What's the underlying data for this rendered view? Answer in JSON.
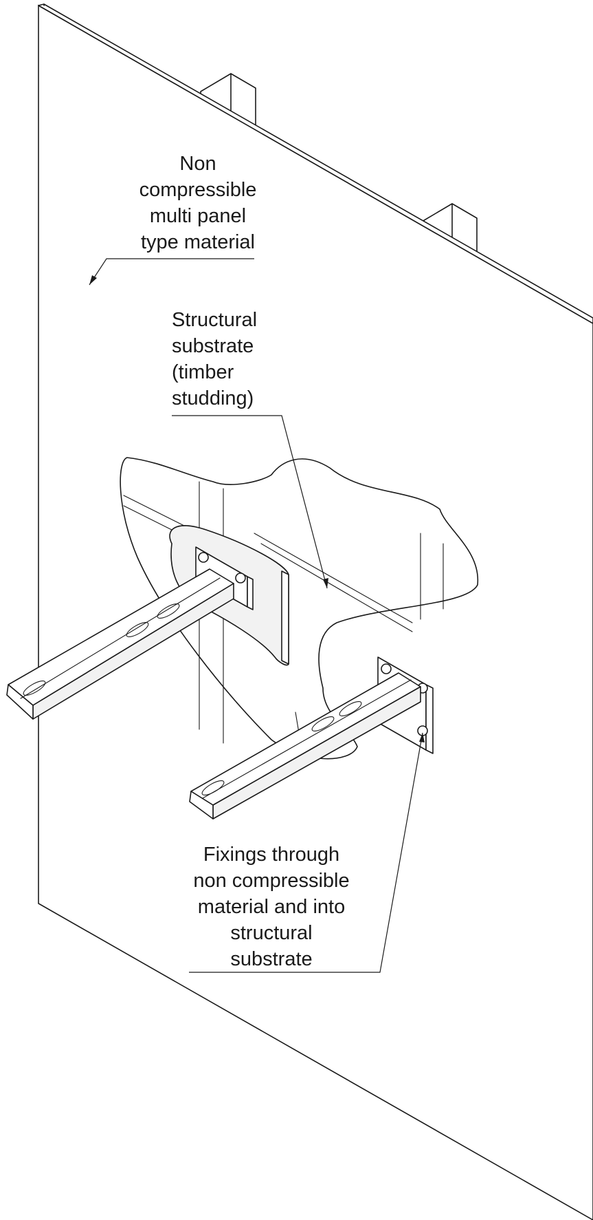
{
  "labels": {
    "panel": [
      "Non",
      "compressible",
      "multi panel",
      "type material"
    ],
    "substrate": [
      "Structural",
      "substrate",
      "(timber",
      "studding)"
    ],
    "fixings": [
      "Fixings through",
      "non compressible",
      "material and into",
      "structural",
      "substrate"
    ]
  }
}
